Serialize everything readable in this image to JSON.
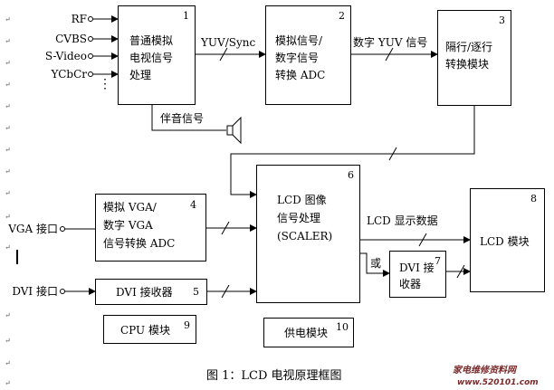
{
  "inputs": {
    "rf": "RF",
    "cvbs": "CVBS",
    "svideo": "S-Video",
    "ycbcr": "YCbCr",
    "more": "⋮",
    "vga": "VGA 接口",
    "dvi": "DVI 接口"
  },
  "blocks": {
    "b1": {
      "num": "1",
      "lines": [
        "普通模拟",
        "电视信号",
        "处理"
      ]
    },
    "b2": {
      "num": "2",
      "lines": [
        "模拟信号/",
        "数字信号",
        "转换 ADC"
      ]
    },
    "b3": {
      "num": "3",
      "lines": [
        "隔行/逐行",
        "转换模块"
      ]
    },
    "b4": {
      "num": "4",
      "lines": [
        "模拟 VGA/",
        "数字 VGA",
        "信号转换 ADC"
      ]
    },
    "b5": {
      "num": "5",
      "lines": [
        "DVI 接收器"
      ]
    },
    "b6": {
      "num": "6",
      "lines": [
        "LCD 图像",
        "信号处理",
        "(SCALER)"
      ]
    },
    "b7": {
      "num": "7",
      "lines": [
        "DVI 接",
        "收器"
      ]
    },
    "b8": {
      "num": "8",
      "lines": [
        "LCD 模块"
      ]
    },
    "b9": {
      "num": "9",
      "lines": [
        "CPU 模块"
      ]
    },
    "b10": {
      "num": "10",
      "lines": [
        "供电模块"
      ]
    }
  },
  "signals": {
    "yuv_sync": "YUV/Sync",
    "digital_yuv": "数字 YUV 信号",
    "audio": "伴音信号",
    "lcd_data": "LCD 显示数据",
    "or": "或"
  },
  "caption": "图 1：LCD 电视原理框图",
  "watermark": {
    "line1": "家电维修资料网",
    "line2": "www.520101.com"
  },
  "margin_mark": "↵",
  "colors": {
    "watermark": "#7a2a2a",
    "line": "#000000"
  }
}
